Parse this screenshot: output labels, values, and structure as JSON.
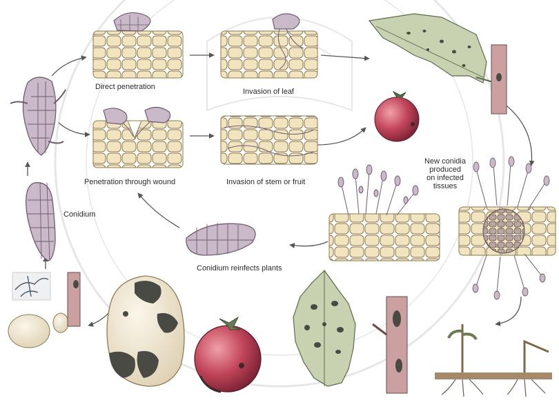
{
  "labels": {
    "direct_penetration": "Direct penetration",
    "invasion_leaf": "Invasion of leaf",
    "penetration_wound": "Penetration through wound",
    "invasion_stem_fruit": "Invasion of stem or fruit",
    "conidium": "Conidium",
    "new_conidia": [
      "New conidia",
      "produced",
      "on infected",
      "tissues"
    ],
    "reinfects": "Conidium reinfects plants"
  },
  "colors": {
    "cell": "#f1e4be",
    "cell_stroke": "#8a7a52",
    "fungus": "#c9b9c9",
    "fungus_stroke": "#6e5b6e",
    "leaf": "#c8d2b0",
    "tomato": "#c2455a",
    "potato": "#efe6d3",
    "lesion": "#4a4a44",
    "stem": "#caa0a0",
    "arrow": "#555555",
    "seal": "#b8b8b8"
  }
}
